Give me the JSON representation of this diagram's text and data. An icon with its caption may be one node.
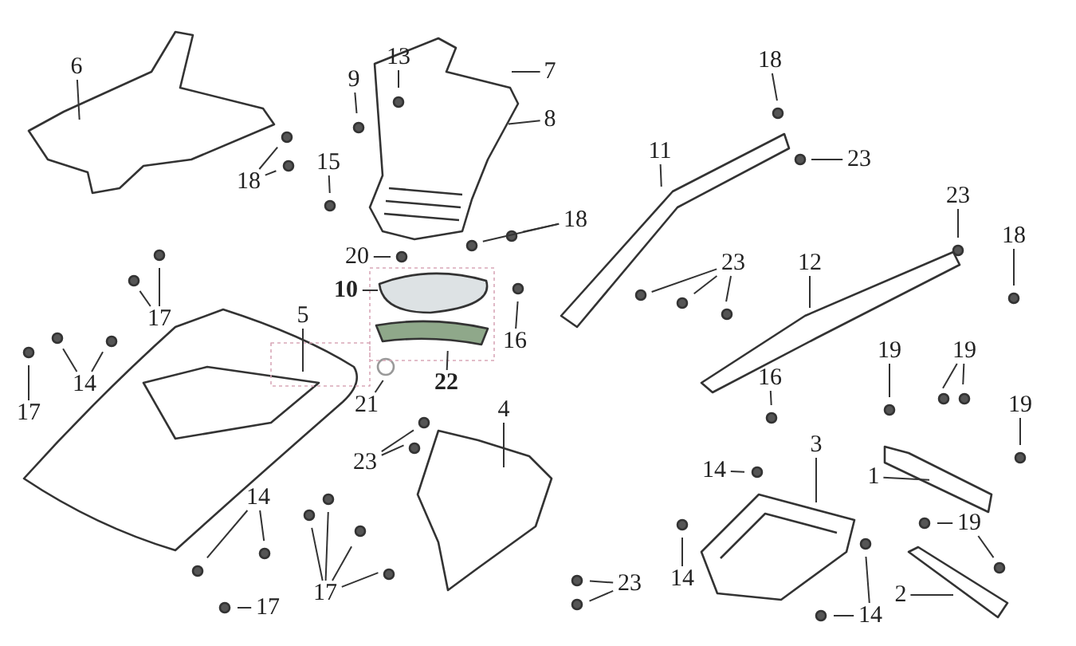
{
  "diagram": {
    "nodes": [
      {
        "text": [
          "6"
        ]
      },
      {
        "text": [
          "13"
        ]
      },
      {
        "text": [
          "7"
        ]
      },
      {
        "text": [
          "9"
        ]
      },
      {
        "text": [
          "8"
        ]
      },
      {
        "text": [
          "18"
        ]
      },
      {
        "text": [
          "15"
        ]
      },
      {
        "text": [
          "18"
        ]
      },
      {
        "text": [
          "11"
        ]
      },
      {
        "text": [
          "23"
        ]
      },
      {
        "text": [
          "18"
        ]
      },
      {
        "text": [
          "23"
        ]
      },
      {
        "text": [
          "18"
        ]
      },
      {
        "text": [
          "23"
        ]
      },
      {
        "text": [
          "12"
        ]
      },
      {
        "text": [
          "20"
        ]
      },
      {
        "text": [
          "17"
        ]
      },
      {
        "text": [
          "10"
        ]
      },
      {
        "text": [
          "5"
        ]
      },
      {
        "text": [
          "16"
        ]
      },
      {
        "text": [
          "14"
        ]
      },
      {
        "text": [
          "22"
        ]
      },
      {
        "text": [
          "21"
        ]
      },
      {
        "text": [
          "4"
        ]
      },
      {
        "text": [
          "17"
        ]
      },
      {
        "text": [
          "23"
        ]
      },
      {
        "text": [
          "3"
        ]
      },
      {
        "text": [
          "19"
        ]
      },
      {
        "text": [
          "19"
        ]
      },
      {
        "text": [
          "19"
        ]
      },
      {
        "text": [
          "16"
        ]
      },
      {
        "text": [
          "14"
        ]
      },
      {
        "text": [
          "1"
        ]
      },
      {
        "text": [
          "14"
        ]
      },
      {
        "text": [
          "14"
        ]
      },
      {
        "text": [
          "19"
        ]
      },
      {
        "text": [
          "17"
        ]
      },
      {
        "text": [
          "23"
        ]
      },
      {
        "text": [
          "17"
        ]
      },
      {
        "text": [
          "2"
        ]
      },
      {
        "text": [
          "14"
        ]
      }
    ],
    "edges": [
      {
        "from": 0,
        "to": null,
        "arrow": "none"
      },
      {
        "from": 1,
        "to": null,
        "arrow": "none"
      },
      {
        "from": 2,
        "to": null,
        "arrow": "none"
      },
      {
        "from": 3,
        "to": null,
        "arrow": "none"
      },
      {
        "from": 4,
        "to": null,
        "arrow": "none"
      },
      {
        "from": 5,
        "to": null,
        "arrow": "none"
      },
      {
        "from": 6,
        "to": null,
        "arrow": "none"
      },
      {
        "from": 7,
        "to": null,
        "arrow": "none"
      },
      {
        "from": 7,
        "to": null,
        "arrow": "none"
      },
      {
        "from": 8,
        "to": null,
        "arrow": "none"
      },
      {
        "from": 9,
        "to": null,
        "arrow": "none"
      },
      {
        "from": 10,
        "to": null,
        "arrow": "none"
      },
      {
        "from": 10,
        "to": null,
        "arrow": "none"
      },
      {
        "from": 11,
        "to": null,
        "arrow": "none"
      },
      {
        "from": 12,
        "to": null,
        "arrow": "none"
      },
      {
        "from": 13,
        "to": null,
        "arrow": "none"
      },
      {
        "from": 13,
        "to": null,
        "arrow": "none"
      },
      {
        "from": 13,
        "to": null,
        "arrow": "none"
      },
      {
        "from": 14,
        "to": null,
        "arrow": "none"
      },
      {
        "from": 15,
        "to": null,
        "arrow": "none"
      },
      {
        "from": 16,
        "to": null,
        "arrow": "none"
      },
      {
        "from": 16,
        "to": null,
        "arrow": "none"
      },
      {
        "from": 17,
        "to": null,
        "arrow": "none"
      },
      {
        "from": 18,
        "to": null,
        "arrow": "none"
      },
      {
        "from": 19,
        "to": null,
        "arrow": "none"
      },
      {
        "from": 20,
        "to": null,
        "arrow": "none"
      },
      {
        "from": 20,
        "to": null,
        "arrow": "none"
      },
      {
        "from": 21,
        "to": null,
        "arrow": "none"
      },
      {
        "from": 22,
        "to": null,
        "arrow": "none"
      },
      {
        "from": 23,
        "to": null,
        "arrow": "none"
      },
      {
        "from": 24,
        "to": null,
        "arrow": "none"
      },
      {
        "from": 25,
        "to": null,
        "arrow": "none"
      },
      {
        "from": 25,
        "to": null,
        "arrow": "none"
      },
      {
        "from": 26,
        "to": null,
        "arrow": "none"
      },
      {
        "from": 27,
        "to": null,
        "arrow": "none"
      },
      {
        "from": 28,
        "to": null,
        "arrow": "none"
      },
      {
        "from": 28,
        "to": null,
        "arrow": "none"
      },
      {
        "from": 29,
        "to": null,
        "arrow": "none"
      },
      {
        "from": 30,
        "to": null,
        "arrow": "none"
      },
      {
        "from": 31,
        "to": null,
        "arrow": "none"
      },
      {
        "from": 32,
        "to": null,
        "arrow": "none"
      },
      {
        "from": 33,
        "to": null,
        "arrow": "none"
      },
      {
        "from": 33,
        "to": null,
        "arrow": "none"
      },
      {
        "from": 34,
        "to": null,
        "arrow": "none"
      },
      {
        "from": 35,
        "to": null,
        "arrow": "none"
      },
      {
        "from": 35,
        "to": null,
        "arrow": "none"
      },
      {
        "from": 36,
        "to": null,
        "arrow": "none"
      },
      {
        "from": 36,
        "to": null,
        "arrow": "none"
      },
      {
        "from": 36,
        "to": null,
        "arrow": "none"
      },
      {
        "from": 36,
        "to": null,
        "arrow": "none"
      },
      {
        "from": 37,
        "to": null,
        "arrow": "none"
      },
      {
        "from": 37,
        "to": null,
        "arrow": "none"
      },
      {
        "from": 38,
        "to": null,
        "arrow": "none"
      },
      {
        "from": 39,
        "to": null,
        "arrow": "none"
      },
      {
        "from": 40,
        "to": null,
        "arrow": "none"
      },
      {
        "from": 40,
        "to": null,
        "arrow": "none"
      }
    ]
  }
}
